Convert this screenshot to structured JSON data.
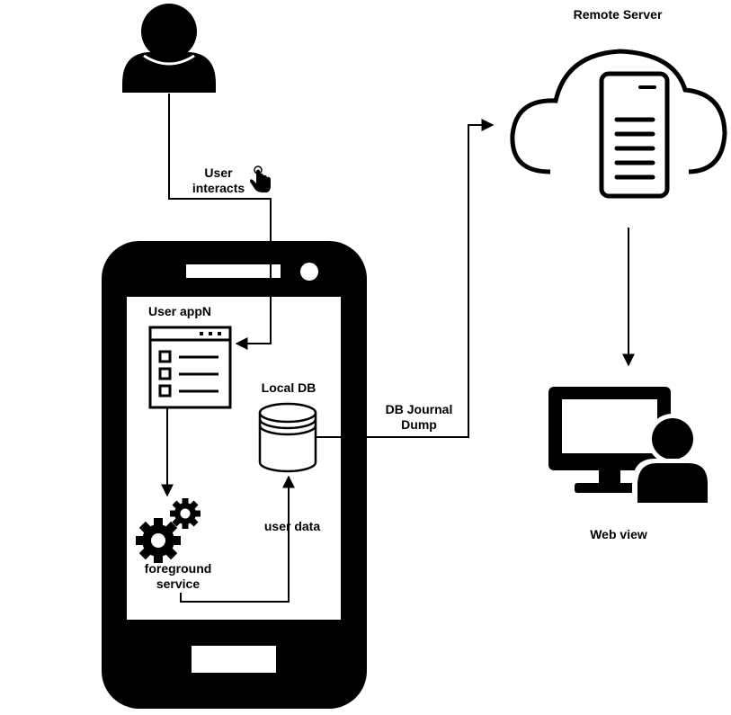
{
  "labels": {
    "user_interacts_line1": "User",
    "user_interacts_line2": "interacts",
    "user_app": "User appN",
    "local_db": "Local DB",
    "db_journal_line1": "DB Journal",
    "db_journal_line2": "Dump",
    "user_data": "user data",
    "foreground_line1": "foreground",
    "foreground_line2": "service",
    "remote_server": "Remote Server",
    "web_view": "Web view"
  },
  "icons": [
    "user-icon",
    "tap-hand-icon",
    "smartphone-icon",
    "app-window-icon",
    "database-icon",
    "gears-icon",
    "cloud-server-icon",
    "web-user-monitor-icon"
  ],
  "colors": {
    "ink": "#000000",
    "background": "#ffffff"
  }
}
